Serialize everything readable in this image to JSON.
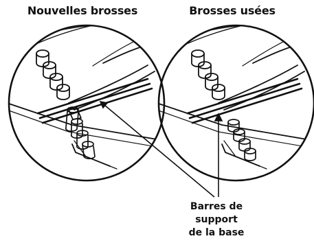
{
  "titles": {
    "new_brushes": "Nouvelles brosses",
    "worn_brushes": "Brosses usées"
  },
  "callout": {
    "line1": "Barres de",
    "line2": "support",
    "line3": "de la base"
  },
  "colors": {
    "ink": "#111111",
    "background": "#ffffff"
  }
}
